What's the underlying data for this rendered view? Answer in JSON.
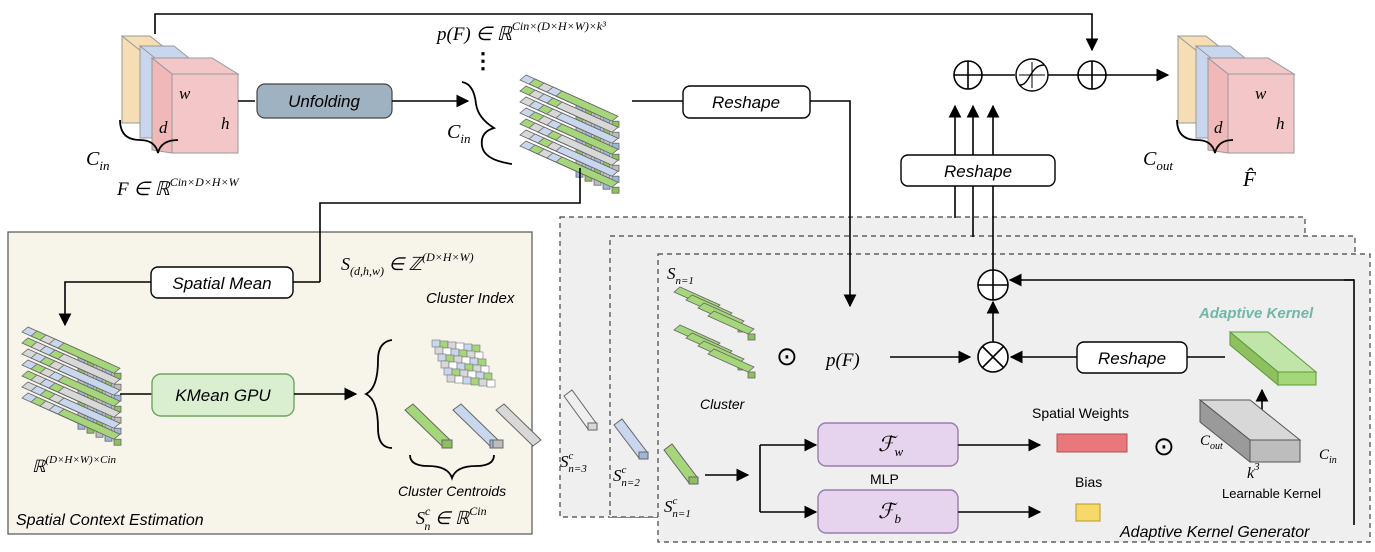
{
  "input": {
    "c_in": "C",
    "c_in_sub": "in",
    "d": "d",
    "w": "w",
    "h": "h",
    "feature_label": "F ∈ ℝ",
    "feature_sup": "Cin×D×H×W"
  },
  "unfolding": {
    "label": "Unfolding"
  },
  "pF": {
    "label": "p(F) ∈ ℝ",
    "sup": "Cin×(D×H×W)×k³",
    "dots": "⋮",
    "c_in": "C",
    "c_in_sub": "in"
  },
  "reshape_top": {
    "label": "Reshape"
  },
  "reshape_mid": {
    "label": "Reshape"
  },
  "reshape_small": {
    "label": "Reshape"
  },
  "output": {
    "c_out": "C",
    "c_out_sub": "out",
    "d": "d",
    "w": "w",
    "h": "h",
    "label": "F̂"
  },
  "spatial": {
    "panel_title": "Spatial Context Estimation",
    "spatial_mean": "Spatial Mean",
    "s_index": "S",
    "s_index_sub": "(d,h,w)",
    "s_index_rest": " ∈ ℤ",
    "s_index_sup": "(D×H×W)",
    "cluster_index": "Cluster Index",
    "kmean": "KMean GPU",
    "matrix_label": "ℝ",
    "matrix_sup": "(D×H×W)×Cin",
    "cluster_centroids": "Cluster Centroids",
    "centroid_def": "S",
    "centroid_def_sup": "c",
    "centroid_def_sub": "n",
    "centroid_def_rest": " ∈ ℝ",
    "centroid_def_rest_sup": "Cin"
  },
  "akg": {
    "panel_title": "Adaptive Kernel Generator",
    "s_n1": "S",
    "s_n1_sub": "n=1",
    "cluster": "Cluster",
    "odot": "⊙",
    "pF": "p(F)",
    "adaptive_kernel": "Adaptive Kernel",
    "spatial_weights": "Spatial Weights",
    "mlp": "MLP",
    "fw": "ℱ",
    "fw_sub": "w",
    "fb": "ℱ",
    "fb_sub": "b",
    "bias": "Bias",
    "learnable_kernel": "Learnable Kernel",
    "c_out": "C",
    "c_out_sub": "out",
    "c_in": "C",
    "c_in_sub": "in",
    "k3": "k",
    "k3_sup": "3",
    "sc_n1": "S",
    "sc_n1_sup": "c",
    "sc_n1_sub": "n=1",
    "sc_n2": "S",
    "sc_n2_sup": "c",
    "sc_n2_sub": "n=2",
    "sc_n3": "S",
    "sc_n3_sup": "c",
    "sc_n3_sub": "n=3"
  },
  "colors": {
    "orange": "#F5DEB3",
    "blue": "#C9D7EE",
    "red": "#F3C7C7",
    "green": "#A6D67A",
    "gray": "#D8D8D8",
    "unfolding_fill": "#9FB2C2",
    "kmean_fill": "#D9EFD0",
    "mlp_fill": "#E6D4EE",
    "spatial_panel": "#F7F4EA",
    "akg_panel": "#EFEFEF",
    "adaptive_text": "#6FB7A8",
    "weights_fill": "#E8787B",
    "bias_fill": "#F6D86B"
  }
}
